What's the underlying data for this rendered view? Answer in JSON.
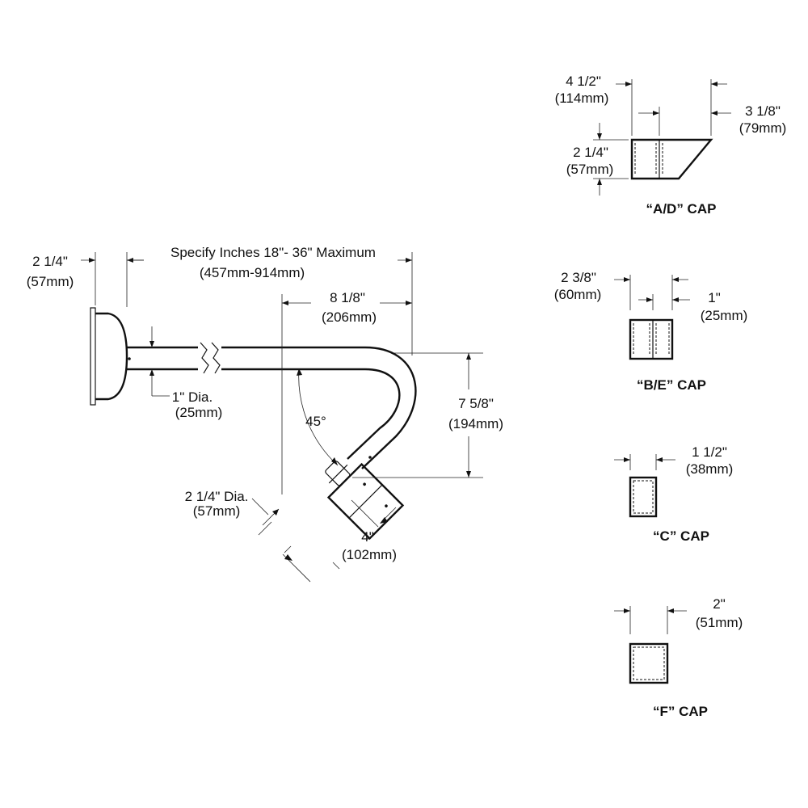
{
  "arm": {
    "span_label": "Specify Inches 18\"- 36\" Maximum",
    "span_metric": "(457mm-914mm)",
    "back_depth": "2 1/4\"",
    "back_depth_metric": "(57mm)",
    "reach": "8 1/8\"",
    "reach_metric": "(206mm)",
    "tube_dia": "1\" Dia.",
    "tube_dia_metric": "(25mm)",
    "angle": "45°",
    "drop": "7 5/8\"",
    "drop_metric": "(194mm)",
    "head_dia": "2 1/4\" Dia.",
    "head_dia_metric": "(57mm)",
    "head_len": "4\"",
    "head_len_metric": "(102mm)"
  },
  "caps": {
    "ad": {
      "title": "“A/D” CAP",
      "w1": "4 1/2\"",
      "w1_metric": "(114mm)",
      "w2": "3 1/8\"",
      "w2_metric": "(79mm)",
      "h": "2 1/4\"",
      "h_metric": "(57mm)"
    },
    "be": {
      "title": "“B/E” CAP",
      "w1": "2 3/8\"",
      "w1_metric": "(60mm)",
      "w2": "1\"",
      "w2_metric": "(25mm)"
    },
    "c": {
      "title": "“C” CAP",
      "w": "1 1/2\"",
      "w_metric": "(38mm)"
    },
    "f": {
      "title": "“F” CAP",
      "w": "2\"",
      "w_metric": "(51mm)"
    }
  }
}
